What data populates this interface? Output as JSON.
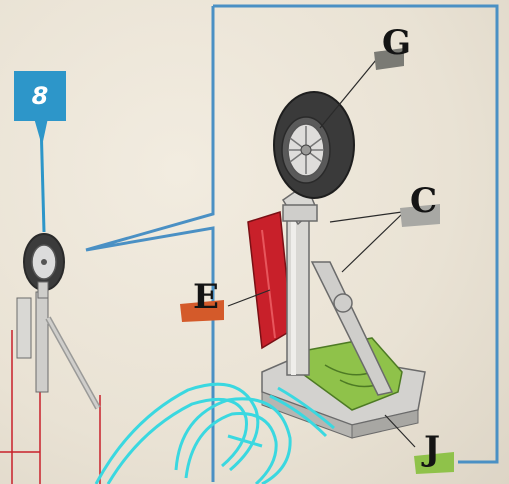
{
  "step": {
    "number": "8"
  },
  "labels": {
    "g": "G",
    "c": "C",
    "e": "E",
    "j": "J"
  },
  "colors": {
    "step_badge": "#2d96c9",
    "callout_line": "#4a90c4",
    "part_red": "#c8202a",
    "part_green": "#8fc24a",
    "part_grey": "#b7b6b4",
    "tire": "#3a3a3a",
    "tag_g": "#7a7a74",
    "tag_c": "#a8a8a4",
    "tag_e": "#d45a2a",
    "tag_j": "#8fc24a"
  }
}
